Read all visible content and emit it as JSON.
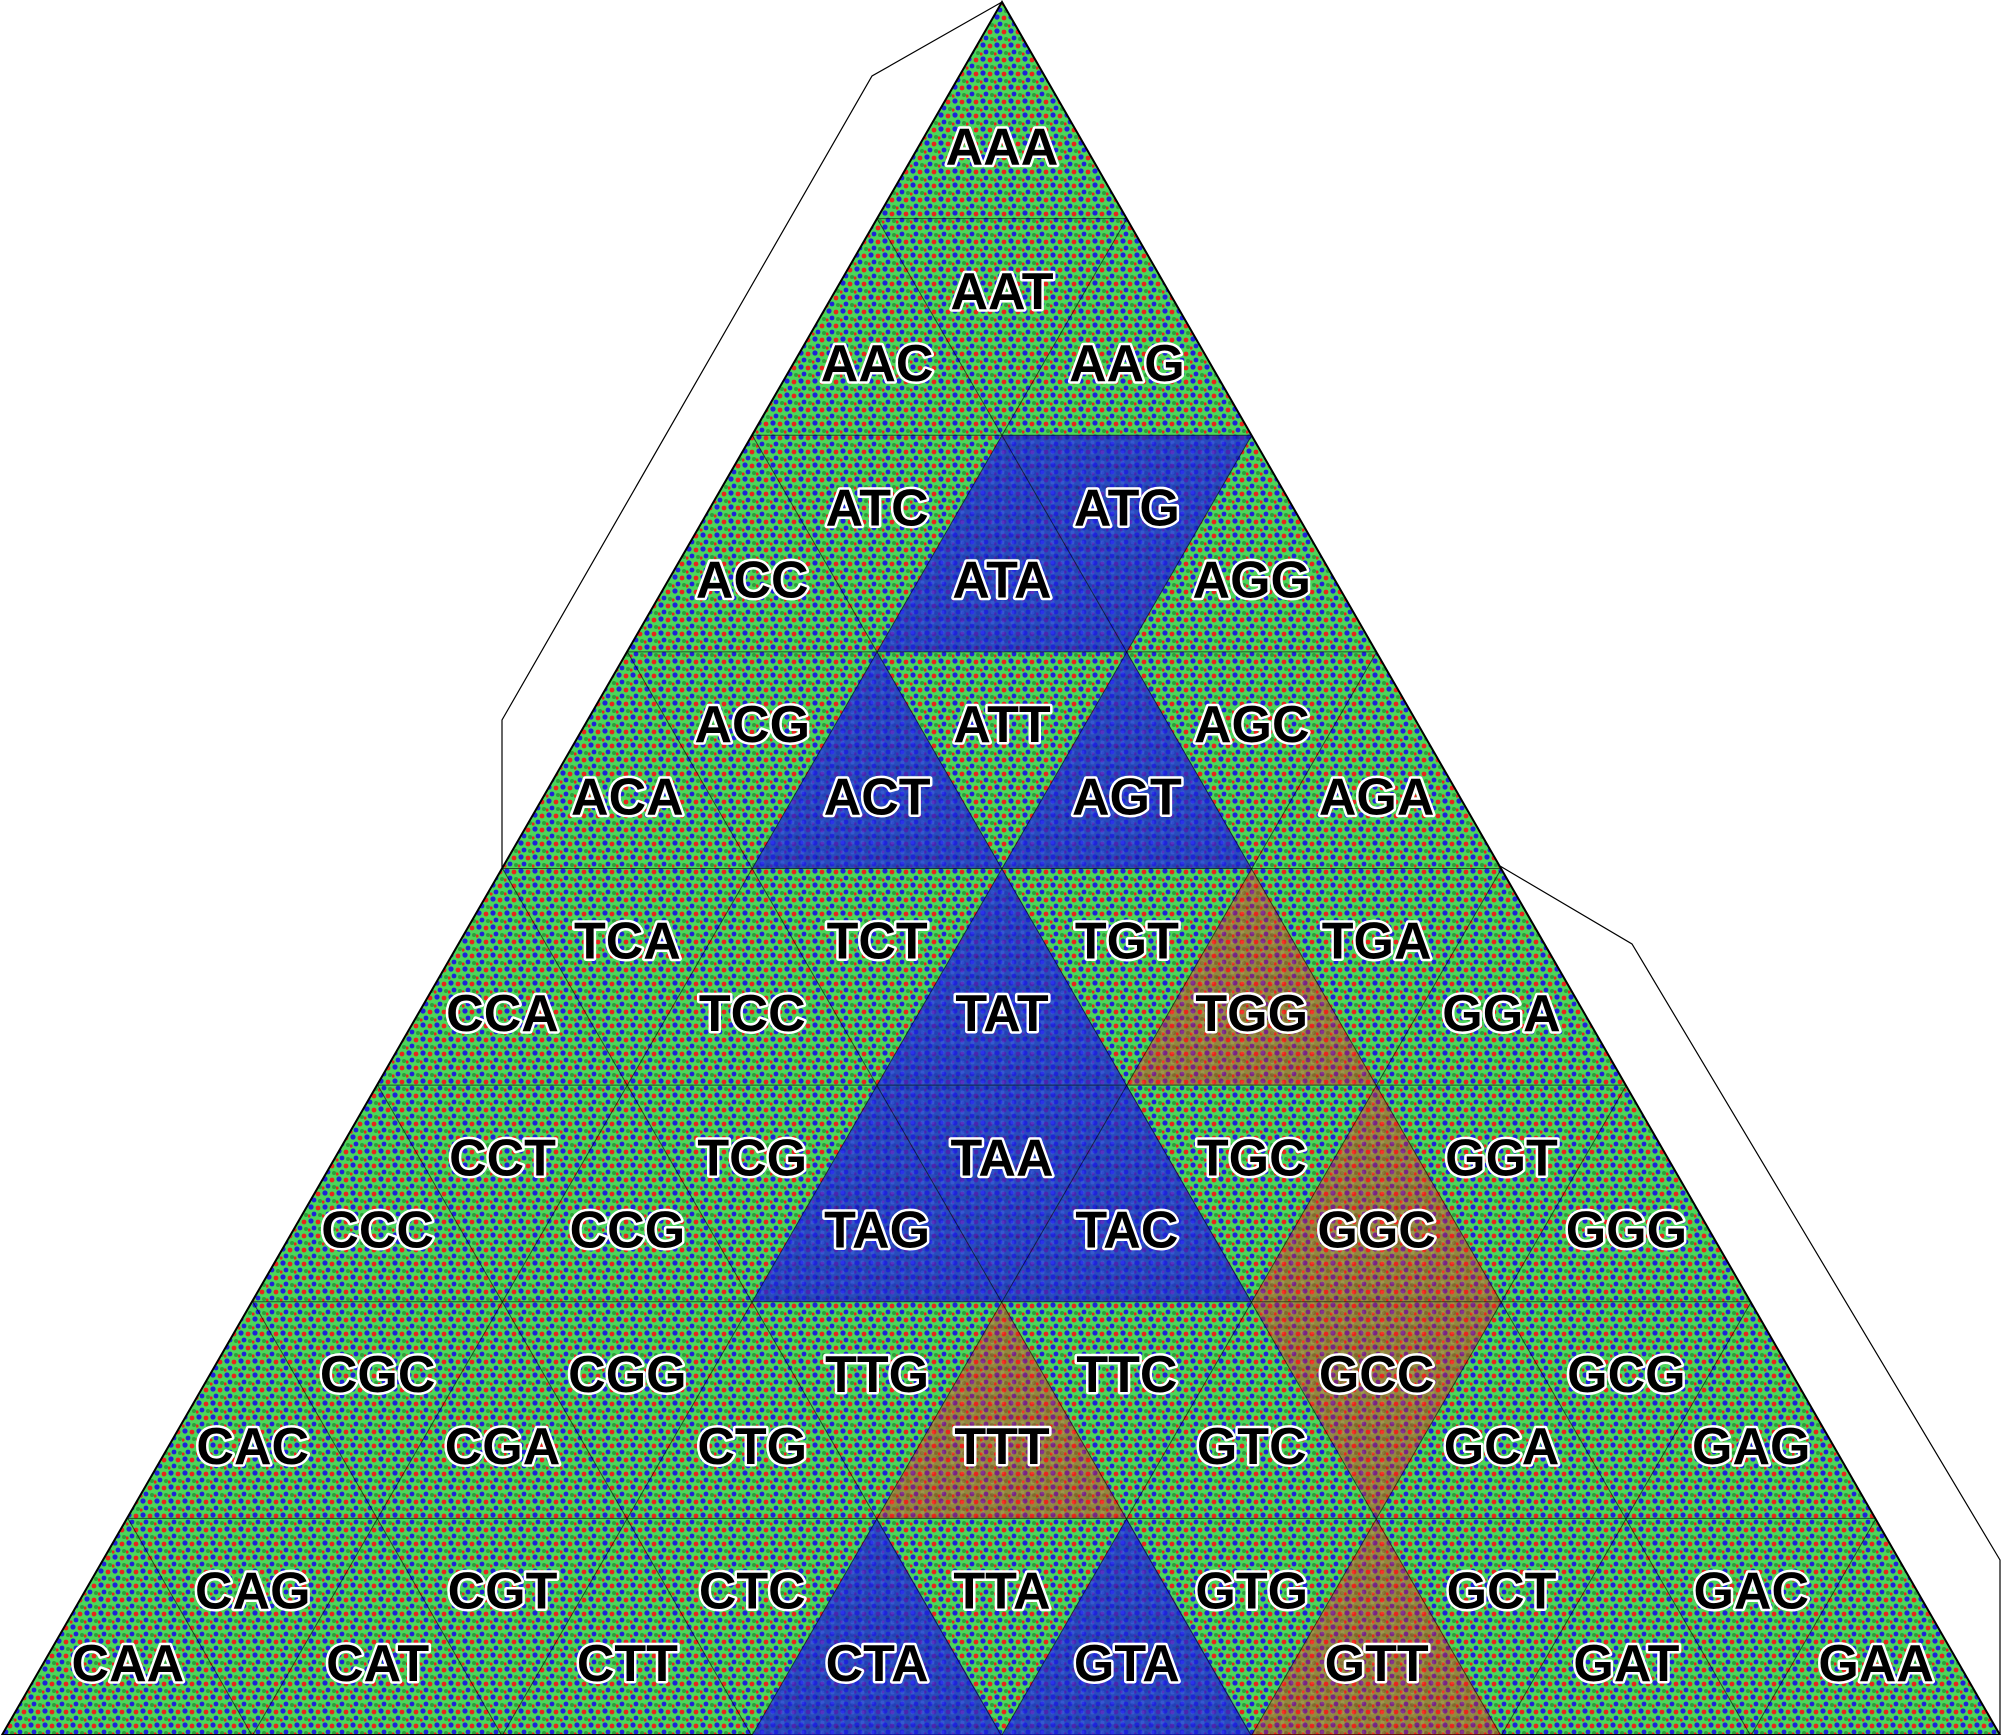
{
  "diagram": {
    "type": "codon-triangle",
    "palette": {
      "green": "#4bd65a",
      "blue": "#1e24d8",
      "red": "#e8261c",
      "outline": "#000000",
      "shadow_line": "#000000",
      "background": "#ffffff"
    },
    "codons": [
      {
        "label": "AAA",
        "row": 0,
        "col": 0
      },
      {
        "label": "AAT",
        "row": 1,
        "col": 1
      },
      {
        "label": "AAC",
        "row": 1,
        "col": 0
      },
      {
        "label": "AAG",
        "row": 1,
        "col": 2
      },
      {
        "label": "ATC",
        "row": 2,
        "col": 1
      },
      {
        "label": "ATG",
        "row": 2,
        "col": 3
      },
      {
        "label": "ACC",
        "row": 2,
        "col": 0
      },
      {
        "label": "ATA",
        "row": 2,
        "col": 2
      },
      {
        "label": "AGG",
        "row": 2,
        "col": 4
      },
      {
        "label": "ACG",
        "row": 3,
        "col": 1
      },
      {
        "label": "ATT",
        "row": 3,
        "col": 3
      },
      {
        "label": "AGC",
        "row": 3,
        "col": 5
      },
      {
        "label": "ACA",
        "row": 3,
        "col": 0
      },
      {
        "label": "ACT",
        "row": 3,
        "col": 2
      },
      {
        "label": "AGT",
        "row": 3,
        "col": 4
      },
      {
        "label": "AGA",
        "row": 3,
        "col": 6
      },
      {
        "label": "TCA",
        "row": 4,
        "col": 1
      },
      {
        "label": "TCT",
        "row": 4,
        "col": 3
      },
      {
        "label": "TGT",
        "row": 4,
        "col": 5
      },
      {
        "label": "TGA",
        "row": 4,
        "col": 7
      },
      {
        "label": "CCA",
        "row": 4,
        "col": 0
      },
      {
        "label": "TCC",
        "row": 4,
        "col": 2
      },
      {
        "label": "TAT",
        "row": 4,
        "col": 4
      },
      {
        "label": "TGG",
        "row": 4,
        "col": 6
      },
      {
        "label": "GGA",
        "row": 4,
        "col": 8
      },
      {
        "label": "CCT",
        "row": 5,
        "col": 1
      },
      {
        "label": "TCG",
        "row": 5,
        "col": 3
      },
      {
        "label": "TAA",
        "row": 5,
        "col": 5
      },
      {
        "label": "TGC",
        "row": 5,
        "col": 7
      },
      {
        "label": "GGT",
        "row": 5,
        "col": 9
      },
      {
        "label": "CCC",
        "row": 5,
        "col": 0
      },
      {
        "label": "CCG",
        "row": 5,
        "col": 2
      },
      {
        "label": "TAG",
        "row": 5,
        "col": 4
      },
      {
        "label": "TAC",
        "row": 5,
        "col": 6
      },
      {
        "label": "GGC",
        "row": 5,
        "col": 8
      },
      {
        "label": "GGG",
        "row": 5,
        "col": 10
      },
      {
        "label": "CGC",
        "row": 6,
        "col": 1
      },
      {
        "label": "CGG",
        "row": 6,
        "col": 3
      },
      {
        "label": "TTG",
        "row": 6,
        "col": 5
      },
      {
        "label": "TTC",
        "row": 6,
        "col": 7
      },
      {
        "label": "GCC",
        "row": 6,
        "col": 9
      },
      {
        "label": "GCG",
        "row": 6,
        "col": 11
      },
      {
        "label": "CAC",
        "row": 6,
        "col": 0
      },
      {
        "label": "CGA",
        "row": 6,
        "col": 2
      },
      {
        "label": "CTG",
        "row": 6,
        "col": 4
      },
      {
        "label": "TTT",
        "row": 6,
        "col": 6
      },
      {
        "label": "GTC",
        "row": 6,
        "col": 8
      },
      {
        "label": "GCA",
        "row": 6,
        "col": 10
      },
      {
        "label": "GAG",
        "row": 6,
        "col": 12
      },
      {
        "label": "CAG",
        "row": 7,
        "col": 1
      },
      {
        "label": "CGT",
        "row": 7,
        "col": 3
      },
      {
        "label": "CTC",
        "row": 7,
        "col": 5
      },
      {
        "label": "TTA",
        "row": 7,
        "col": 7
      },
      {
        "label": "GTG",
        "row": 7,
        "col": 9
      },
      {
        "label": "GCT",
        "row": 7,
        "col": 11
      },
      {
        "label": "GAC",
        "row": 7,
        "col": 13
      },
      {
        "label": "CAA",
        "row": 7,
        "col": 0
      },
      {
        "label": "CAT",
        "row": 7,
        "col": 2
      },
      {
        "label": "CTT",
        "row": 7,
        "col": 4
      },
      {
        "label": "CTA",
        "row": 7,
        "col": 6
      },
      {
        "label": "GTA",
        "row": 7,
        "col": 8
      },
      {
        "label": "GTT",
        "row": 7,
        "col": 10
      },
      {
        "label": "GAT",
        "row": 7,
        "col": 12
      },
      {
        "label": "GAA",
        "row": 7,
        "col": 14
      }
    ]
  }
}
